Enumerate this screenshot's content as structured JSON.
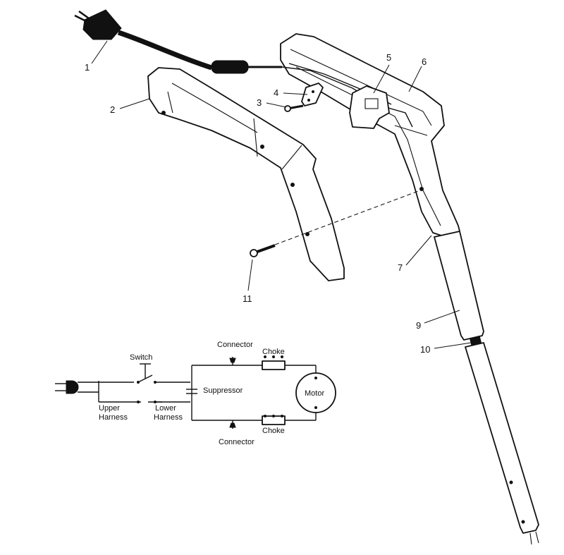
{
  "callouts": {
    "c1": "1",
    "c2": "2",
    "c3": "3",
    "c4": "4",
    "c5": "5",
    "c6": "6",
    "c7": "7",
    "c9": "9",
    "c10": "10",
    "c11": "11"
  },
  "wiring": {
    "switch": "Switch",
    "connector_top": "Connector",
    "choke_top": "Choke",
    "suppressor": "Suppressor",
    "motor": "Motor",
    "upper_harness_1": "Upper",
    "upper_harness_2": "Harness",
    "lower_harness_1": "Lower",
    "lower_harness_2": "Harness",
    "choke_bottom": "Choke",
    "connector_bottom": "Connector"
  }
}
